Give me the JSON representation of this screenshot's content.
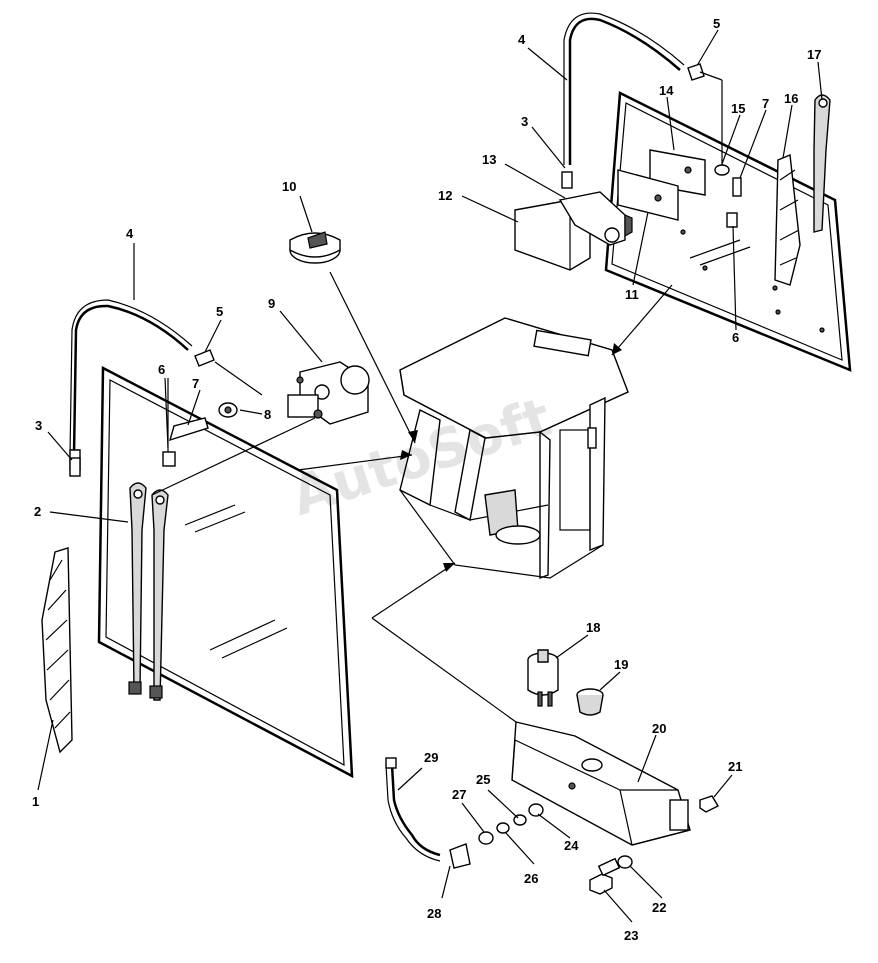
{
  "watermark": "AutoSoft",
  "callouts": [
    {
      "id": "c1",
      "label": "1"
    },
    {
      "id": "c2",
      "label": "2"
    },
    {
      "id": "c3a",
      "label": "3"
    },
    {
      "id": "c3b",
      "label": "3"
    },
    {
      "id": "c4a",
      "label": "4"
    },
    {
      "id": "c4b",
      "label": "4"
    },
    {
      "id": "c5a",
      "label": "5"
    },
    {
      "id": "c5b",
      "label": "5"
    },
    {
      "id": "c6a",
      "label": "6"
    },
    {
      "id": "c6b",
      "label": "6"
    },
    {
      "id": "c7a",
      "label": "7"
    },
    {
      "id": "c7b",
      "label": "7"
    },
    {
      "id": "c8",
      "label": "8"
    },
    {
      "id": "c9",
      "label": "9"
    },
    {
      "id": "c10",
      "label": "10"
    },
    {
      "id": "c11",
      "label": "11"
    },
    {
      "id": "c12",
      "label": "12"
    },
    {
      "id": "c13",
      "label": "13"
    },
    {
      "id": "c14",
      "label": "14"
    },
    {
      "id": "c15",
      "label": "15"
    },
    {
      "id": "c16",
      "label": "16"
    },
    {
      "id": "c17",
      "label": "17"
    },
    {
      "id": "c18",
      "label": "18"
    },
    {
      "id": "c19",
      "label": "19"
    },
    {
      "id": "c20",
      "label": "20"
    },
    {
      "id": "c21",
      "label": "21"
    },
    {
      "id": "c22",
      "label": "22"
    },
    {
      "id": "c23",
      "label": "23"
    },
    {
      "id": "c24",
      "label": "24"
    },
    {
      "id": "c25",
      "label": "25"
    },
    {
      "id": "c26",
      "label": "26"
    },
    {
      "id": "c27",
      "label": "27"
    },
    {
      "id": "c28",
      "label": "28"
    },
    {
      "id": "c29",
      "label": "29"
    }
  ]
}
